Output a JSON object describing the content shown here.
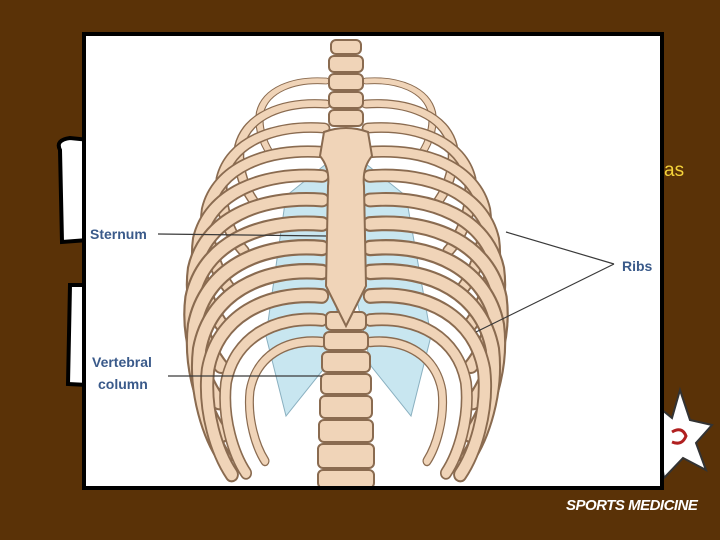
{
  "background": {
    "color": "#5a3207",
    "side_text": "as",
    "logo_text": "SPORTS MEDICINE"
  },
  "diagram": {
    "labels": {
      "sternum": "Sternum",
      "ribs": "Ribs",
      "vertebral_line1": "Vertebral",
      "vertebral_line2": "column"
    },
    "colors": {
      "bone": "#f0d4b8",
      "bone_outline": "#8a6b50",
      "cartilage": "#c8e6f0",
      "label": "#3a5a8a"
    }
  }
}
